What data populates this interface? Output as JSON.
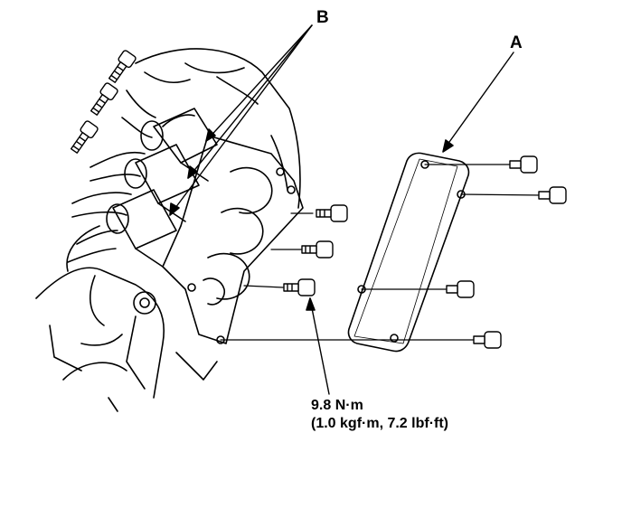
{
  "callouts": {
    "a": "A",
    "b": "B"
  },
  "torque_spec": {
    "metric": "9.8 N·m",
    "imperial": "(1.0 kgf·m, 7.2 lbf·ft)"
  },
  "colors": {
    "ink": "#000000",
    "paper": "#ffffff"
  }
}
